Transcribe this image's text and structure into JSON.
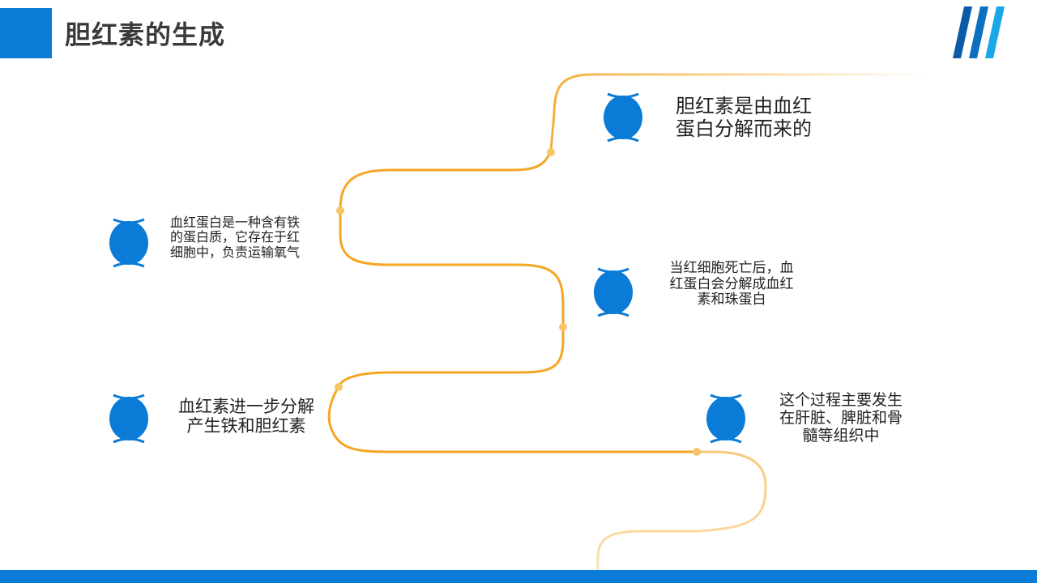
{
  "header": {
    "title": "胆红素的生成",
    "accent_color": "#0a7bd6"
  },
  "diagram": {
    "path_color": "#f5a623",
    "node_color": "#0a7bd6",
    "steps": [
      {
        "id": "step-1",
        "lines": [
          "胆红素是由血红",
          "蛋白分解而来的"
        ]
      },
      {
        "id": "step-2",
        "lines": [
          "血红蛋白是一种含有铁",
          "的蛋白质，它存在于红",
          "细胞中，负责运输氧气"
        ]
      },
      {
        "id": "step-3",
        "lines": [
          "当红细胞死亡后，血",
          "红蛋白会分解成血红",
          "素和珠蛋白"
        ]
      },
      {
        "id": "step-4",
        "lines": [
          "血红素进一步分解",
          "产生铁和胆红素"
        ]
      },
      {
        "id": "step-5",
        "lines": [
          "这个过程主要发生",
          "在肝脏、脾脏和骨",
          "髓等组织中"
        ]
      }
    ]
  }
}
